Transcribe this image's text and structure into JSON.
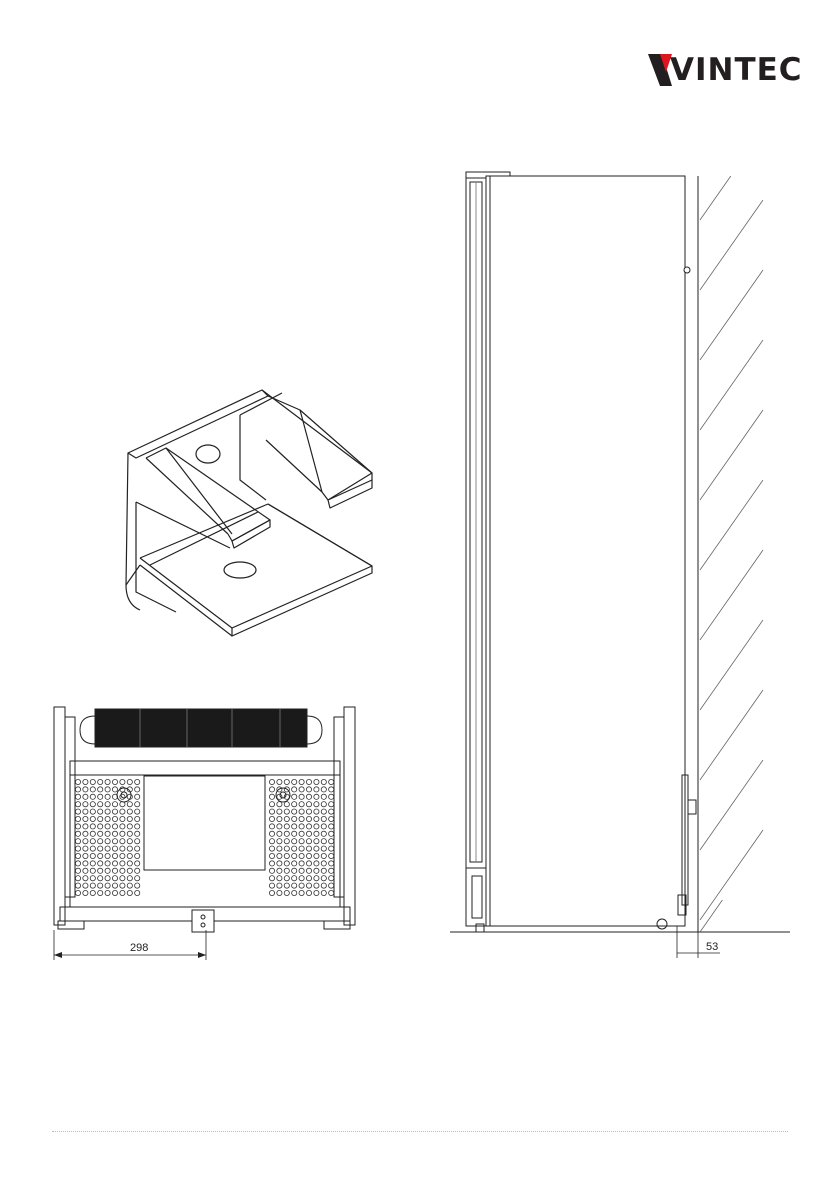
{
  "brand": {
    "name": "VINTEC",
    "logo_lettering": "VINTEC"
  },
  "dimensions": {
    "rear_width": "298",
    "wall_clearance": "53"
  }
}
